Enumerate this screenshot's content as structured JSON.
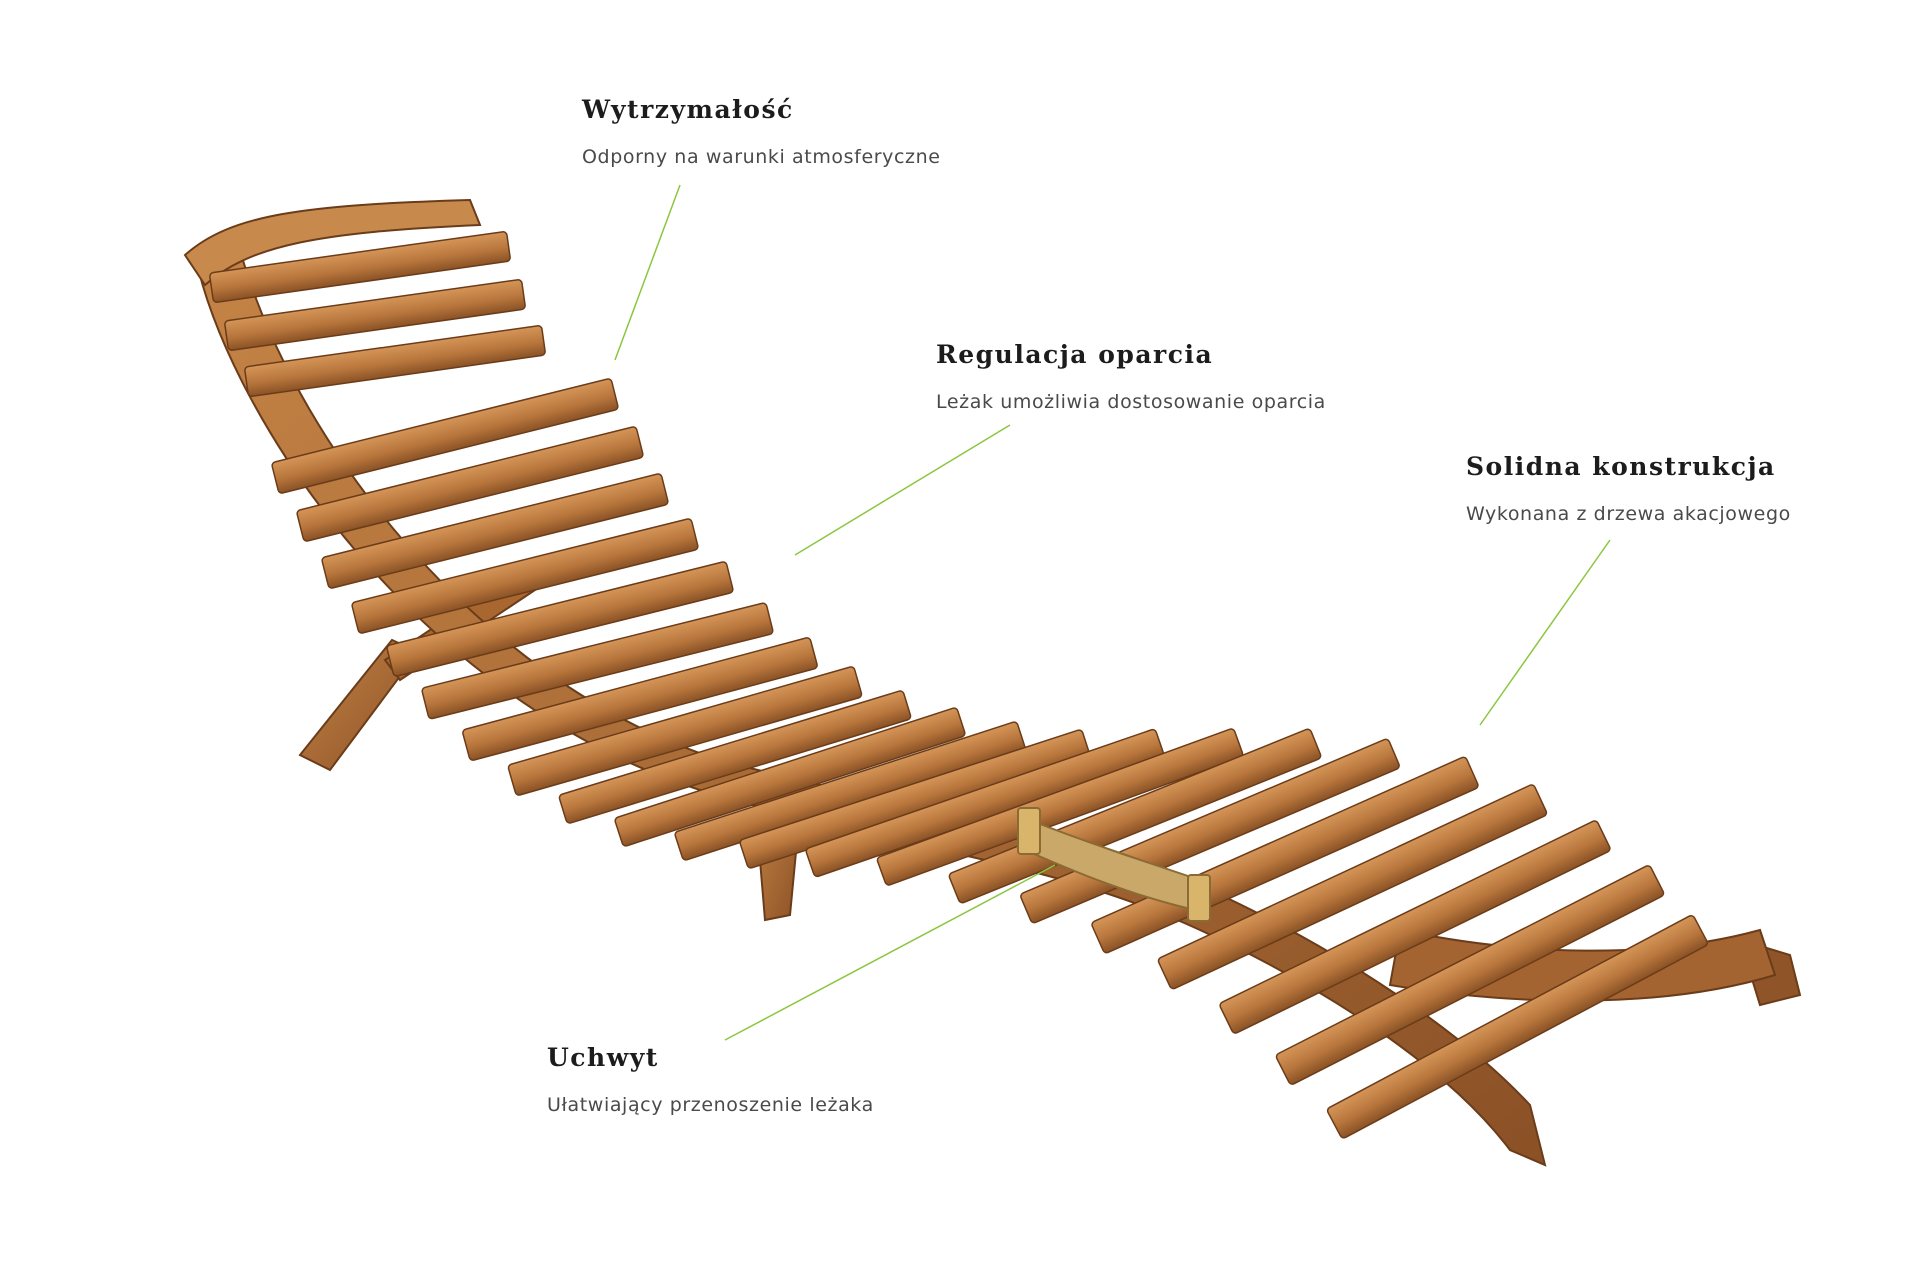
{
  "colors": {
    "accent_line": "#8cc63f",
    "wood_light": "#c98a4e",
    "wood_mid": "#b0703a",
    "wood_dark": "#7a4620",
    "wood_shadow": "#5e3518",
    "strap": "#c9a86a",
    "buckle": "#d8b56a"
  },
  "features": {
    "durability": {
      "title": "Wytrzymałość",
      "description": "Odporny na warunki atmosferyczne"
    },
    "backrest": {
      "title": "Regulacja oparcia",
      "description": "Leżak umożliwia dostosowanie oparcia"
    },
    "build": {
      "title": "Solidna konstrukcja",
      "description": "Wykonana z drzewa akacjowego"
    },
    "handle": {
      "title": "Uchwyt",
      "description": "Ułatwiający przenoszenie leżaka"
    }
  },
  "image": {
    "subject": "wooden-sun-lounger"
  }
}
